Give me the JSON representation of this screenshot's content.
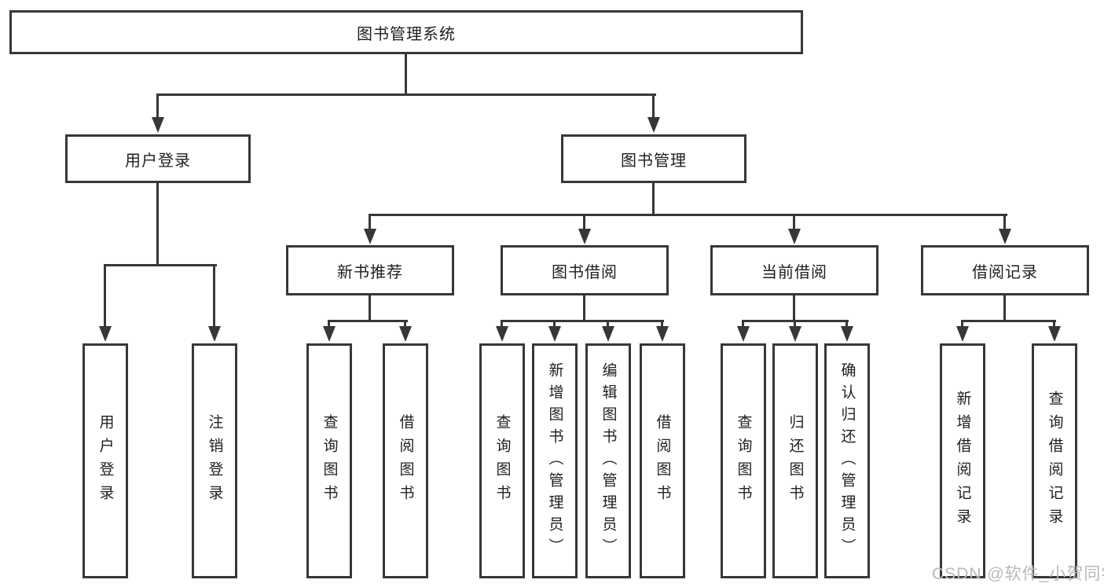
{
  "nodes": {
    "root": "图书管理系统",
    "user_login": "用户登录",
    "book_management": "图书管理",
    "new_book_recommend": "新书推荐",
    "book_borrow": "图书借阅",
    "current_borrow": "当前借阅",
    "borrow_record": "借阅记录"
  },
  "leaves": {
    "user_login": [
      "用户登录",
      "注销登录"
    ],
    "new_book_recommend": [
      "查询图书",
      "借阅图书"
    ],
    "book_borrow": [
      "查询图书",
      "新增图书（管理员）",
      "编辑图书（管理员）",
      "借阅图书"
    ],
    "current_borrow": [
      "查询图书",
      "归还图书",
      "确认归还（管理员）"
    ],
    "borrow_record": [
      "新增借阅记录",
      "查询借阅记录"
    ]
  },
  "watermark": {
    "text": "CSDN @软件_小贺同学",
    "color": "#b9b9b9"
  },
  "palette": {
    "background": "#ffffff",
    "line": "#373737",
    "box_border": "#373737",
    "text": "#1f1f1f"
  }
}
